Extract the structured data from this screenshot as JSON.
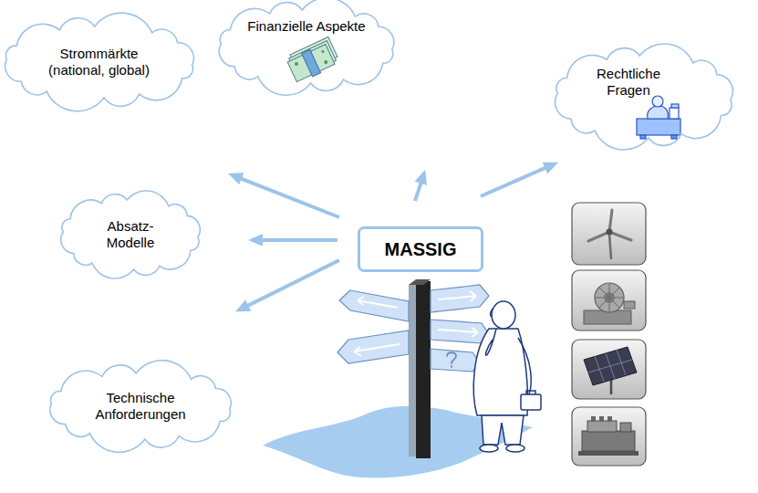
{
  "diagram": {
    "nodes": [
      {
        "text": [
          "Strommärkte (national, global)"
        ]
      },
      {
        "text": [
          "Finanzielle Aspekte"
        ]
      },
      {
        "text": [
          "Rechtliche Fragen"
        ]
      },
      {
        "text": [
          "Absatz- Modelle"
        ]
      },
      {
        "text": [
          "MASSIG"
        ]
      },
      {
        "text": [
          "Technische Anforderungen"
        ]
      }
    ],
    "edges": [
      {
        "from": 4,
        "to": 0,
        "arrow": "to"
      },
      {
        "from": 4,
        "to": 1,
        "arrow": "to"
      },
      {
        "from": 4,
        "to": 2,
        "arrow": "to"
      },
      {
        "from": 4,
        "to": 3,
        "arrow": "to"
      },
      {
        "from": 4,
        "to": 5,
        "arrow": "to"
      }
    ]
  }
}
